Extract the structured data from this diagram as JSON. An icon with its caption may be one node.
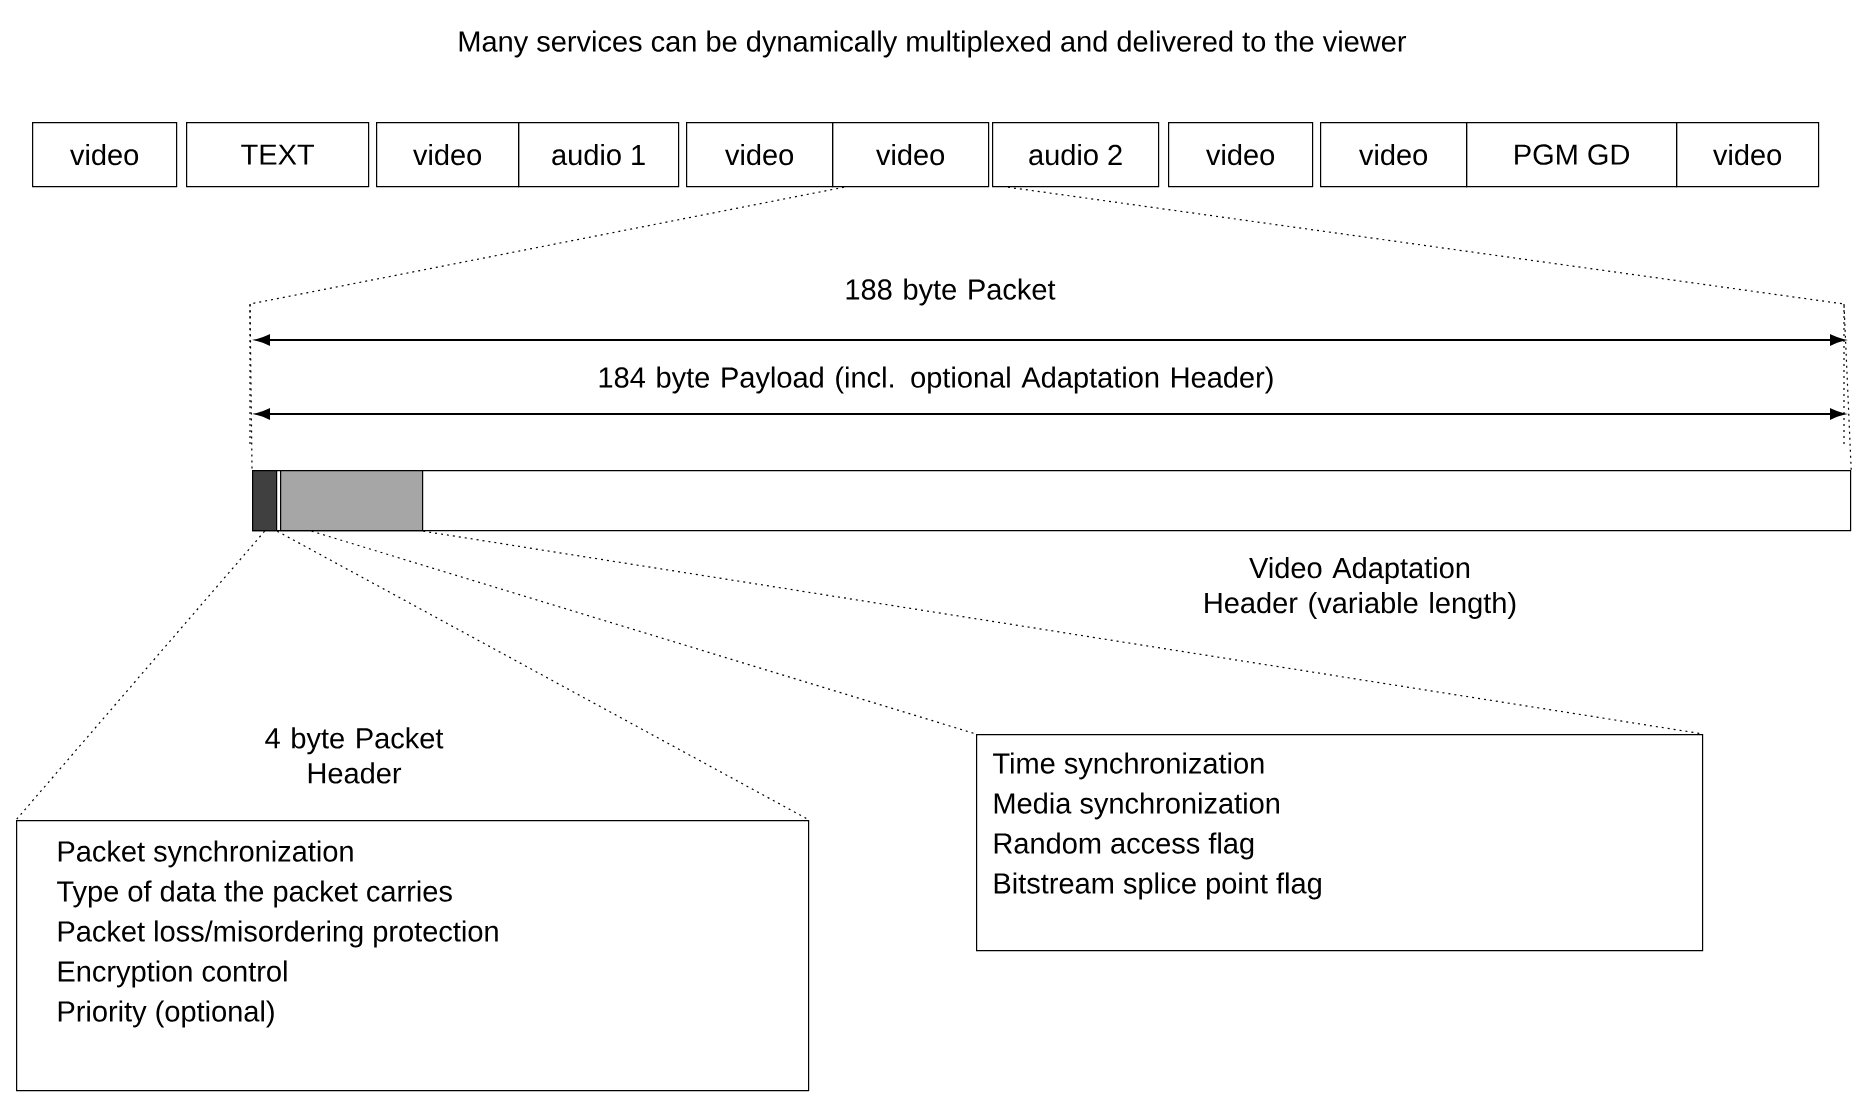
{
  "diagram": {
    "title": "Many services can be dynamically multiplexed and delivered to the viewer",
    "nodes": [
      {
        "text": [
          "video"
        ]
      },
      {
        "text": [
          "TEXT"
        ]
      },
      {
        "text": [
          "video"
        ]
      },
      {
        "text": [
          "audio 1"
        ]
      },
      {
        "text": [
          "video"
        ]
      },
      {
        "text": [
          "video"
        ]
      },
      {
        "text": [
          "audio 2"
        ]
      },
      {
        "text": [
          "video"
        ]
      },
      {
        "text": [
          "video"
        ]
      },
      {
        "text": [
          "PGM GD"
        ]
      },
      {
        "text": [
          "video"
        ]
      },
      {
        "text": [],
        "shape": "bar"
      },
      {
        "text": [],
        "shape": "bar",
        "in": 11
      },
      {
        "text": [],
        "shape": "bar",
        "in": 11
      },
      {
        "text": [
          "4 byte Packet Header",
          "Packet synchronization",
          "Type of data the packet carries",
          "Packet loss/misordering protection",
          "Encryption control",
          "Priority (optional)"
        ]
      },
      {
        "text": [
          "Time synchronization",
          "Media synchronization",
          "Random access flag",
          "Bitstream splice point flag"
        ]
      }
    ],
    "edges": [
      {
        "from": 5,
        "to": 11,
        "arrow": "none",
        "style": "dashed"
      },
      {
        "from": 6,
        "to": 11,
        "arrow": "none",
        "style": "dashed"
      },
      {
        "from": 12,
        "to": 14,
        "arrow": "none",
        "style": "dashed"
      },
      {
        "from": 12,
        "to": 14,
        "arrow": "none",
        "style": "dashed"
      },
      {
        "from": 13,
        "to": 15,
        "arrow": "none",
        "style": "dashed"
      },
      {
        "from": 13,
        "to": 15,
        "arrow": "none",
        "style": "dashed"
      }
    ],
    "labels": [
      "188 byte Packet",
      "184 byte Payload (incl. optional Adaptation Header)",
      "Video Adaptation Header (variable length)"
    ]
  }
}
